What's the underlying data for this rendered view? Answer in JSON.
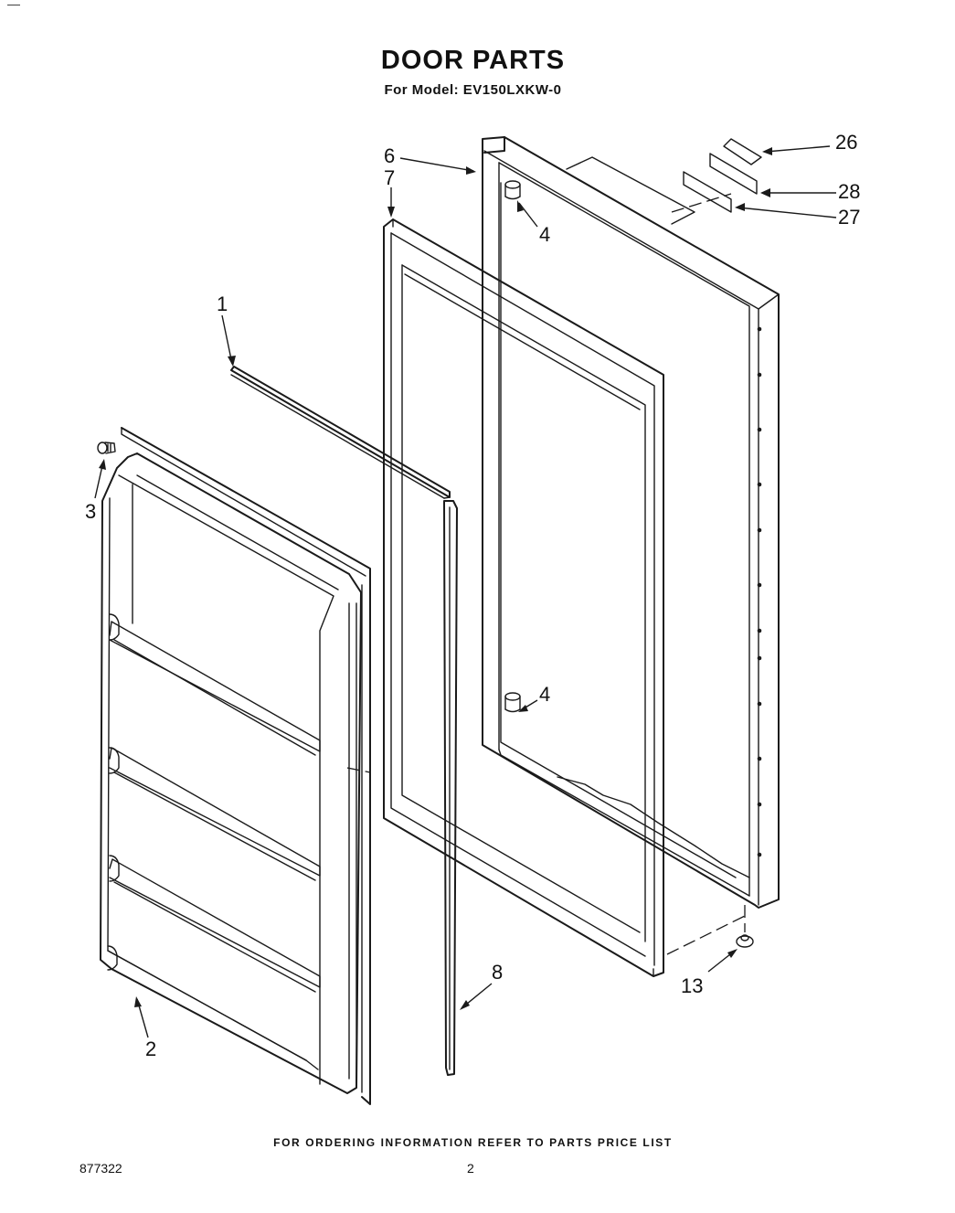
{
  "header": {
    "title": "DOOR PARTS",
    "subtitle": "For Model: EV150LXKW-0"
  },
  "callouts": {
    "c1": "1",
    "c2": "2",
    "c3": "3",
    "c4a": "4",
    "c4b": "4",
    "c6": "6",
    "c7": "7",
    "c8": "8",
    "c13": "13",
    "c26": "26",
    "c27": "27",
    "c28": "28"
  },
  "footer": {
    "note": "FOR ORDERING INFORMATION REFER TO PARTS PRICE LIST",
    "doc_number": "877322",
    "page_number": "2"
  },
  "corner_mark": "—"
}
